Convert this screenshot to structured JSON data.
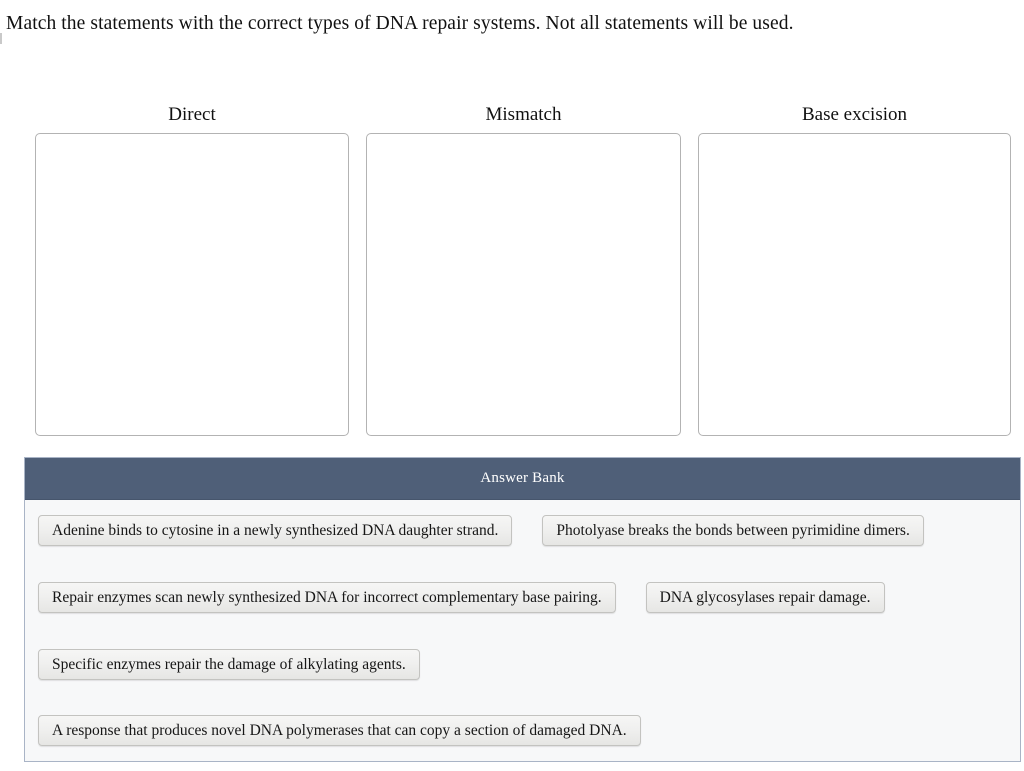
{
  "prompt": "Match the statements with the correct types of DNA repair systems. Not all statements will be used.",
  "categories": [
    {
      "label": "Direct",
      "dropped_items": []
    },
    {
      "label": "Mismatch",
      "dropped_items": []
    },
    {
      "label": "Base excision",
      "dropped_items": []
    }
  ],
  "answer_bank": {
    "title": "Answer Bank",
    "header_color": "#4f5f78",
    "panel_bg": "#f7f8f9",
    "rows": [
      {
        "items": [
          "Adenine binds to cytosine in a newly synthesized DNA daughter strand.",
          "Photolyase breaks the bonds between pyrimidine dimers."
        ]
      },
      {
        "items": [
          "Repair enzymes scan newly synthesized DNA for incorrect complementary base pairing.",
          "DNA glycosylases repair damage."
        ]
      },
      {
        "items": [
          "Specific enzymes repair the damage of alkylating agents."
        ]
      },
      {
        "items": [
          "A response that produces novel DNA polymerases that can copy a section of damaged DNA."
        ]
      }
    ]
  }
}
